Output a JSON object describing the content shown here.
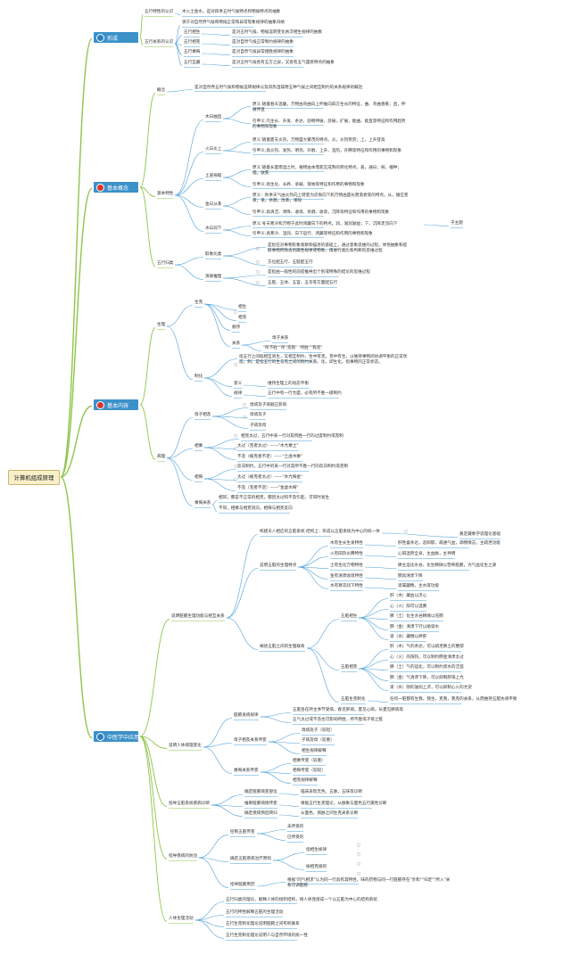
{
  "root": "计算机组成原理",
  "cats": [
    {
      "label": "形成",
      "icon": "globe-icon",
      "color": "#2b7fc0"
    },
    {
      "label": "基本概念",
      "icon": "red-circle-icon",
      "color": "#d9342b"
    },
    {
      "label": "基本内容",
      "icon": "red-circle-icon",
      "color": "#d9342b"
    },
    {
      "label": "中医学中应用",
      "icon": "globe-icon",
      "color": "#2b7fc0"
    }
  ],
  "t": {
    "a1": "五行特性的认识",
    "a2": "五行关系的认识",
    "a1a": "木火土金水，是对四季五时气候特点和物候特点的抽象",
    "a2a": "源于对自然界气候和物候正常和异常现象规律的抽象归纳",
    "a2b": "五行相生",
    "a2b1": "是对五时气候、物候运转变化依次相生规律的抽象",
    "a2c": "五行相克",
    "a2c1": "是对自然气候正常制约规律的抽象",
    "a2d": "五行乘侮",
    "a2d1": "是对自然气候异常相胜规律的抽象",
    "a2e": "五行互藏",
    "a2e1": "是对五时气候各有五方之异，又各有五气盛衰特点的抽象",
    "b1": "概念",
    "b1a": "是对自然界五时气候和物候运转规律以及风热湿燥寒五种气候之间相互制约的关系规律的概括",
    "b2": "基本特性",
    "b2a": "木曰曲直",
    "b2a1": "原义:随着春天温暖，万物由弯曲向上伸展向四方生长的特征，曲、弯曲香蕉；直，伸展伸直",
    "b2a2": "引申义:凡生长、升发、条达、舒畅伸展、舒展，扩展，能曲、能直等特征和作用趋势的事物和现象",
    "b2b": "火曰炎上",
    "b2b1": "原义:随着夏天炎热，万物盛大繁茂的特点。炎，炎热赞赏；上，上升登高",
    "b2b2": "引申义:具炎热、发热、明亮、升散、上升、温热，升腾等特征和作用的事物和现象",
    "b2c": "土爰稼穑",
    "b2c1": "原义:随着长夏雨湿之时，植物由本而变实成熟的转化特点。爰，通曰；稼，播种；穑，收获",
    "b2c2": "引申义:具生化、长养、承载、受纳等特征和作用的事物和现象",
    "b2d": "金曰从革",
    "b2d1": "原义：秋季天气由炎热向上转变为凉爽向下和万物由盛长而渐衰等的特点。从，顺应变革；革，杀戮，改革，革除",
    "b2d2": "引申义:具清洁、肃降、收敛、杀戮、收敛，沉降等特征和作用的事物和现象",
    "b2e": "水曰润下",
    "b2e1": "原义:冬天寒冷和万物于此时闭藏向下的特点。润，滋润滋益；下，沉降走流向下",
    "b2e1x": "子主题",
    "b2e2": "引申义:具寒冷、湿润、向下运行、闭藏等特征和作用的事物和现象",
    "b3": "五行归类",
    "b3a": "取象比类",
    "b3a1": "是指在对事物形象观察和描述的基础上，通过意象思维的过程，体悟抽象和提取事物所隐含的属性规律或物象，再进行类比和判断的思维过程",
    "b3a2": "方位配五行、五脏配五行",
    "b3b": "演绎推理",
    "b3b1": "是指由一般性的前提推导出个别或特殊的结论的思维过程",
    "b3b2": "五脏、五体、五官、五华等方面配五行",
    "c1": "生理",
    "c1a": "生克",
    "c1a1": "相生",
    "c1a2": "相克",
    "c1a3": "顺序",
    "c1a4": "关系",
    "c1a4a": "母子关系",
    "c1a4b": "\"所不胜\"\"所\"克我\" \"所胜\"\"我克\"",
    "c1b": "制化",
    "c1b1": "指五行之间既相互资生，又相互制约，生中有克，克中有生，以维持事物间协调平衡的正常状态。制，是指五行的生与克之间的制约关系。化，即生化。指事物的正常状态。",
    "c1b2": "意义",
    "c1b2a": "维持生理上的动态平衡",
    "c1b3": "规律",
    "c1b3a": "五行中有一行亢盛，必有所不胜一级制约",
    "c2": "病理",
    "c2a": "母子相及",
    "c2a1": "母病及子病顺正影响",
    "c2a2": "母病及子",
    "c2a3": "子病及母",
    "c2b": "相乘",
    "c2b1": "相克太过，五行中某一行对其所胜一行的过度制约或克制",
    "c2b2": "太过（克者太过）——\"木亢乘土\"",
    "c2b3": "不及（被克者不足）——\"土虚木乘\"",
    "c2c": "相侮",
    "c2c1": "反向制约，五行中的某一行对其所不胜一行的反向制约或克制",
    "c2c2": "太过（被克者太过）——\"木亢侮金\"",
    "c2c3": "不及（克者不足）——\"金虚木侮\"",
    "c2d": "乘侮关系",
    "c2d1": "相同，都是不正常的相克，都因太过和不及引起，可同时发生",
    "c2d2": "不同，相乘与相克同向，相侮与相克反向",
    "d1": "说明脏腑生理功能与相互关系",
    "d1a": "构建天人相应的五脏系统 结构上：形成以五脏系统为中心的统一体",
    "d1a1": "奠定藏象学说理论基础",
    "d1b": "说明五脏的生理特点",
    "d1b1": "木有生长生发特性",
    "d1b1a": "肝性喜条达，恶抑郁，疏通气血，调畅情志，主疏泄功能",
    "d1b2": "火有阳热炎腾特性",
    "d1b2a": "心阳温煦全身，主血脉，主神明",
    "d1b3": "土有生化万物特性",
    "d1b3a": "脾主运化水谷，化生精微以营养脏腑，为气血化生之源",
    "d1b4": "金有清肃收敛特性",
    "d1b4a": "肺具清肃下降",
    "d1b5": "水有寒凉润下特性",
    "d1b5a": "肾属藏精，主水液功能",
    "d1c": "阐述五脏之间的生理联系",
    "d1c1": "五脏相生",
    "d1c1a": "肝（木）藏血以济心",
    "d1c1b": "心（火）阳可以温脾",
    "d1c1c": "脾（土）化生水谷精微以充肺",
    "d1c1d": "肺（金）清肃下行以助肾水",
    "d1c1e": "肾（水）藏精以养肝",
    "d1c2": "五脏相克",
    "d1c2a": "肝（木）气的条达，可以疏泄脾土的壅郁",
    "d1c2b": "心（火）的阳热，可以制约肺金清肃太过",
    "d1c2c": "脾（土）气的运化，可以制约肾水的泛滥",
    "d1c2d": "肺（金）气清肃下降，可以抑制肝阳上亢",
    "d1c2e": "肾（水）阴的滋润上济，可以抑制心火的亢逆",
    "d1c3": "五脏生克制化",
    "d1c3a": "任何一脏都有生我，我生，克我，我克的关系，从而维持五脏协调平衡",
    "d2": "说明人体病理变化",
    "d2a": "脏腑发病规律",
    "d2a1": "五脏各在所主季节受病，春见肝病，夏见心病，长夏见脾病等",
    "d2a2": "五气太过或不及也可影响所胜，所不胜或子母之脏",
    "d2b": "母子相及关系传变",
    "d2b1": "母病及子（较轻）",
    "d2b2": "子病及母（较重）",
    "d2b3": "相生规律解释",
    "d2c": "乘侮关系传变",
    "d2c1": "相乘传变（较重）",
    "d2c2": "相侮传变（较轻）",
    "d2c3": "相克规律解释",
    "d3": "指导五脏系统疾病诊断",
    "d3a": "确定脏腑病变部位",
    "d3a1": "临床表现无色，五脉，五味等诊断",
    "d3b": "推断脏腑病情传变",
    "d3b1": "根据五行生克理论，从脉象与面色五行属性诊断",
    "d3c": "确定疾病预后转归",
    "d3c1": "从面色，病脉之间生克关系诊断",
    "d4": "指导疾病的防治",
    "d4a": "控制五脏传变",
    "d4a1": "未传受的",
    "d4a2": "已传受的",
    "d4b": "确定五脏疾病治疗原则",
    "d4b1": "指相生规律",
    "d4b2": "按相克规则",
    "d4c": "指导脏腑用药",
    "d4c1": "根据\"同气相求\"认为同一行具有其特性，味的药物与同一行脏腑存在\"亲和\"\"归走\"\"所入\"关系可调脏腑",
    "d5": "人体生理活动",
    "d5a": "五行归类的理论，解释人体的组织结构，将人体连接成一个以五脏为中心的结构系统",
    "d5b": "五行的特性解释五脏的生理活动",
    "d5c": "五行生克制化理论说明脏腑之间有机联系",
    "d5d": "五行生克制化理论说明人与自然环境的统一性",
    "dot": "○"
  }
}
